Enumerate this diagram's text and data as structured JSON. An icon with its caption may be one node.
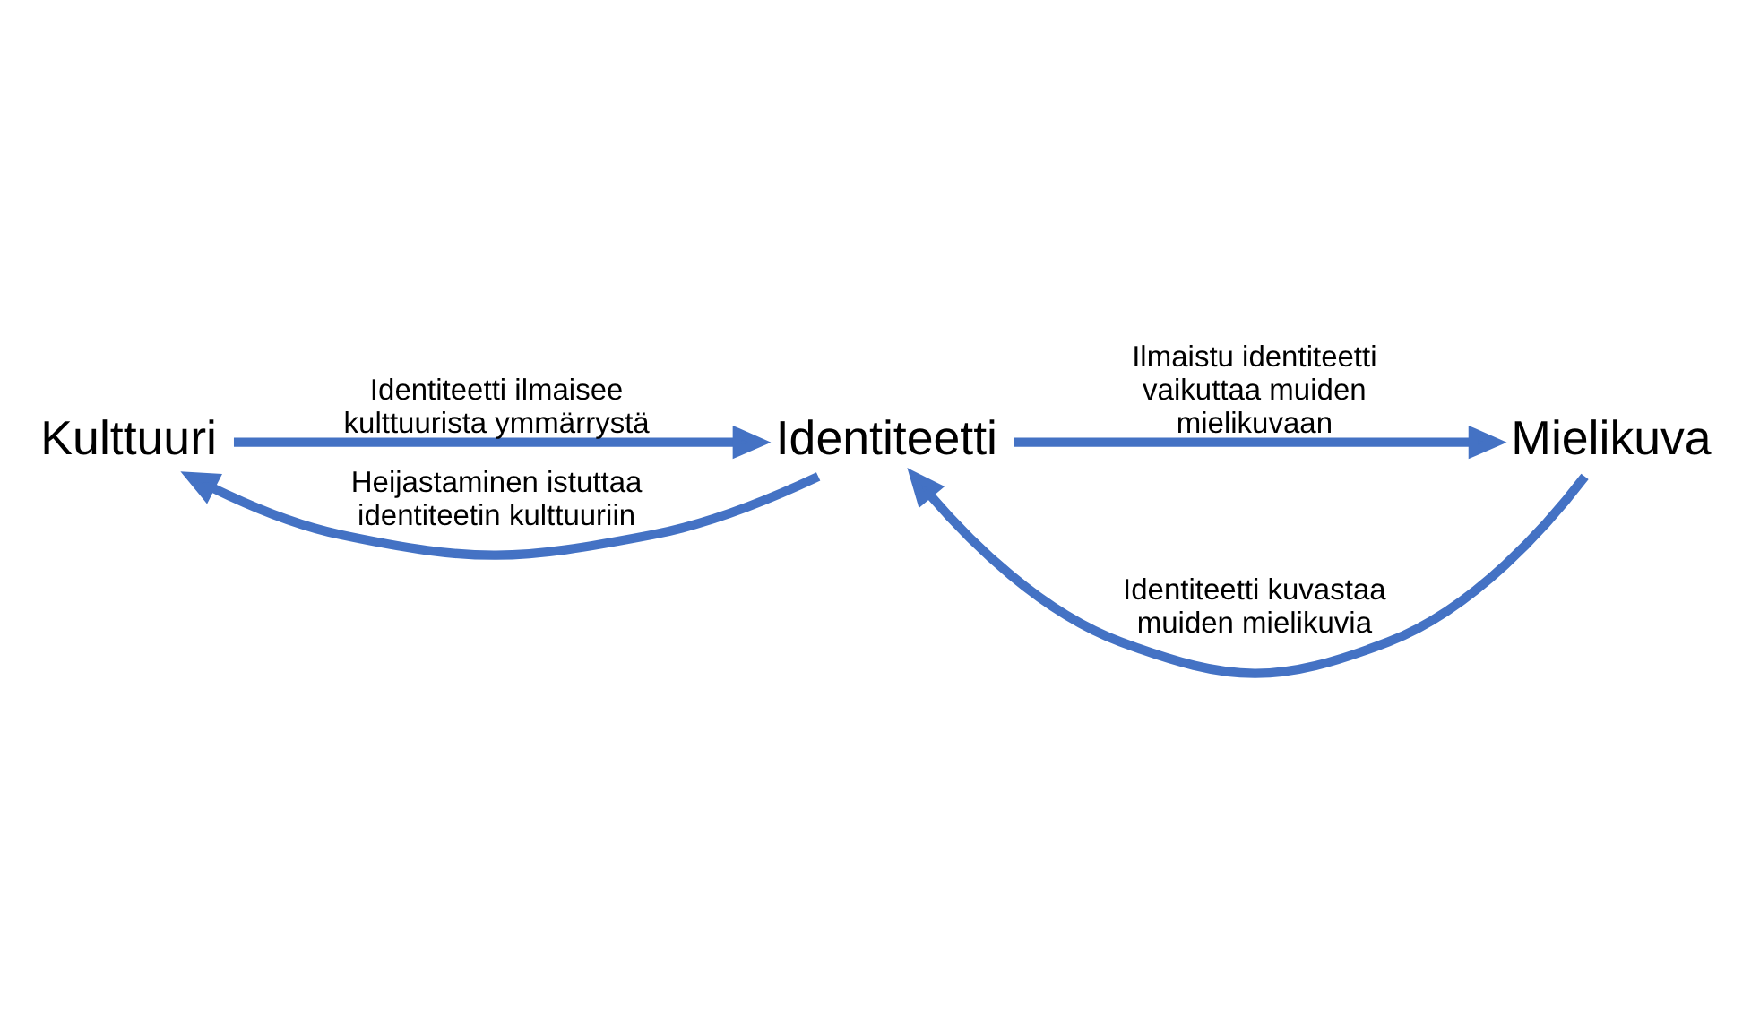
{
  "diagram": {
    "nodes": [
      {
        "text": [
          "Kulttuuri"
        ]
      },
      {
        "text": [
          "Identiteetti"
        ]
      },
      {
        "text": [
          "Mielikuva"
        ]
      }
    ],
    "edges": [
      {
        "from": 0,
        "to": 1,
        "arrow": "to",
        "label": "Identiteetti ilmaisee kulttuurista ymmärrystä"
      },
      {
        "from": 2,
        "to": 1,
        "arrow": "to",
        "label": "Identiteetti kuvastaa muiden mielikuvia"
      },
      {
        "from": 1,
        "to": 0,
        "arrow": "to",
        "label": "Heijastaminen istuttaa identiteetin kulttuuriin"
      },
      {
        "from": 1,
        "to": 2,
        "arrow": "to",
        "label": "Ilmaistu identiteetti vaikuttaa muiden mielikuvaan"
      }
    ]
  }
}
